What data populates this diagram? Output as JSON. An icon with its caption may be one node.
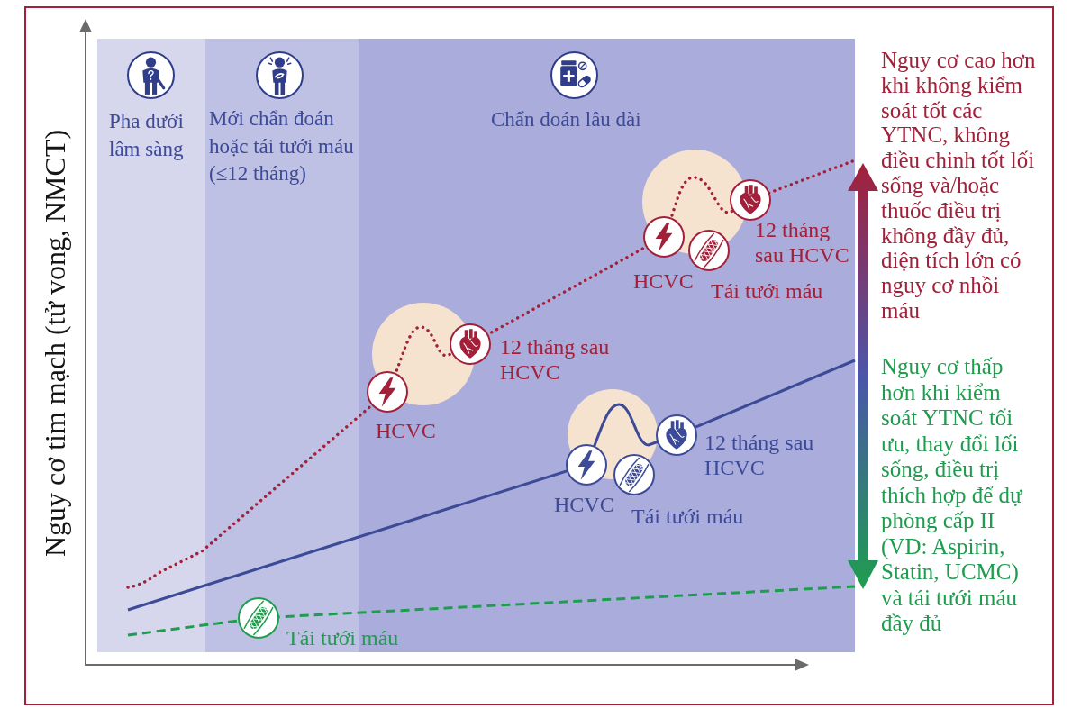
{
  "diagram": {
    "nodes": [
      {
        "text": [
          "Pha dưới lâm sàng"
        ]
      },
      {
        "text": [
          "Mới chẩn đoán hoặc tái tưới máu (≤12 tháng)"
        ]
      },
      {
        "text": [
          "Chẩn đoán lâu dài"
        ]
      }
    ],
    "labels": [
      "Nguy cơ tim mạch (tử vong, NMCT)",
      "Nguy cơ cao hơn khi không kiểm soát tốt các YTNC, không điều chinh tốt lối sống và/hoặc thuốc điều trị không đầy đủ, diện tích lớn có nguy cơ nhồi máu",
      "12 tháng sau HCVC",
      "HCVC",
      "Tái tưới máu",
      "12 tháng sau HCVC",
      "HCVC",
      "Nguy cơ thấp hơn khi kiểm soát YTNC tối ưu, thay đổi lối sống, điều trị thích hợp để dự phòng cấp II (VD: Aspirin, Statin, UCMC) và tái tưới máu đầy đủ",
      "12 tháng sau HCVC",
      "HCVC",
      "Tái tưới máu",
      "Tái tưới máu"
    ]
  }
}
